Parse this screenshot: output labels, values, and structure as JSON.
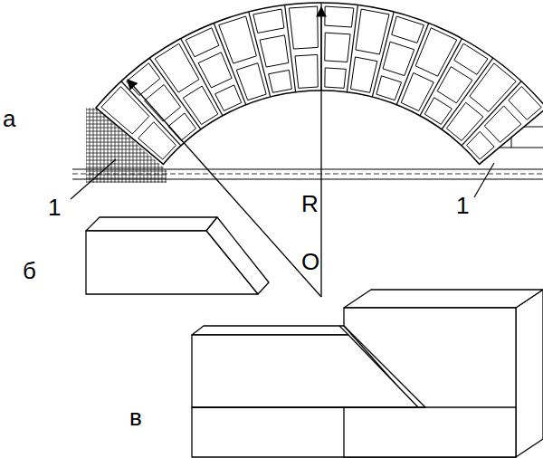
{
  "diagram": {
    "labels": [
      "а",
      "1",
      "1",
      "R",
      "O",
      "б",
      "в"
    ]
  }
}
